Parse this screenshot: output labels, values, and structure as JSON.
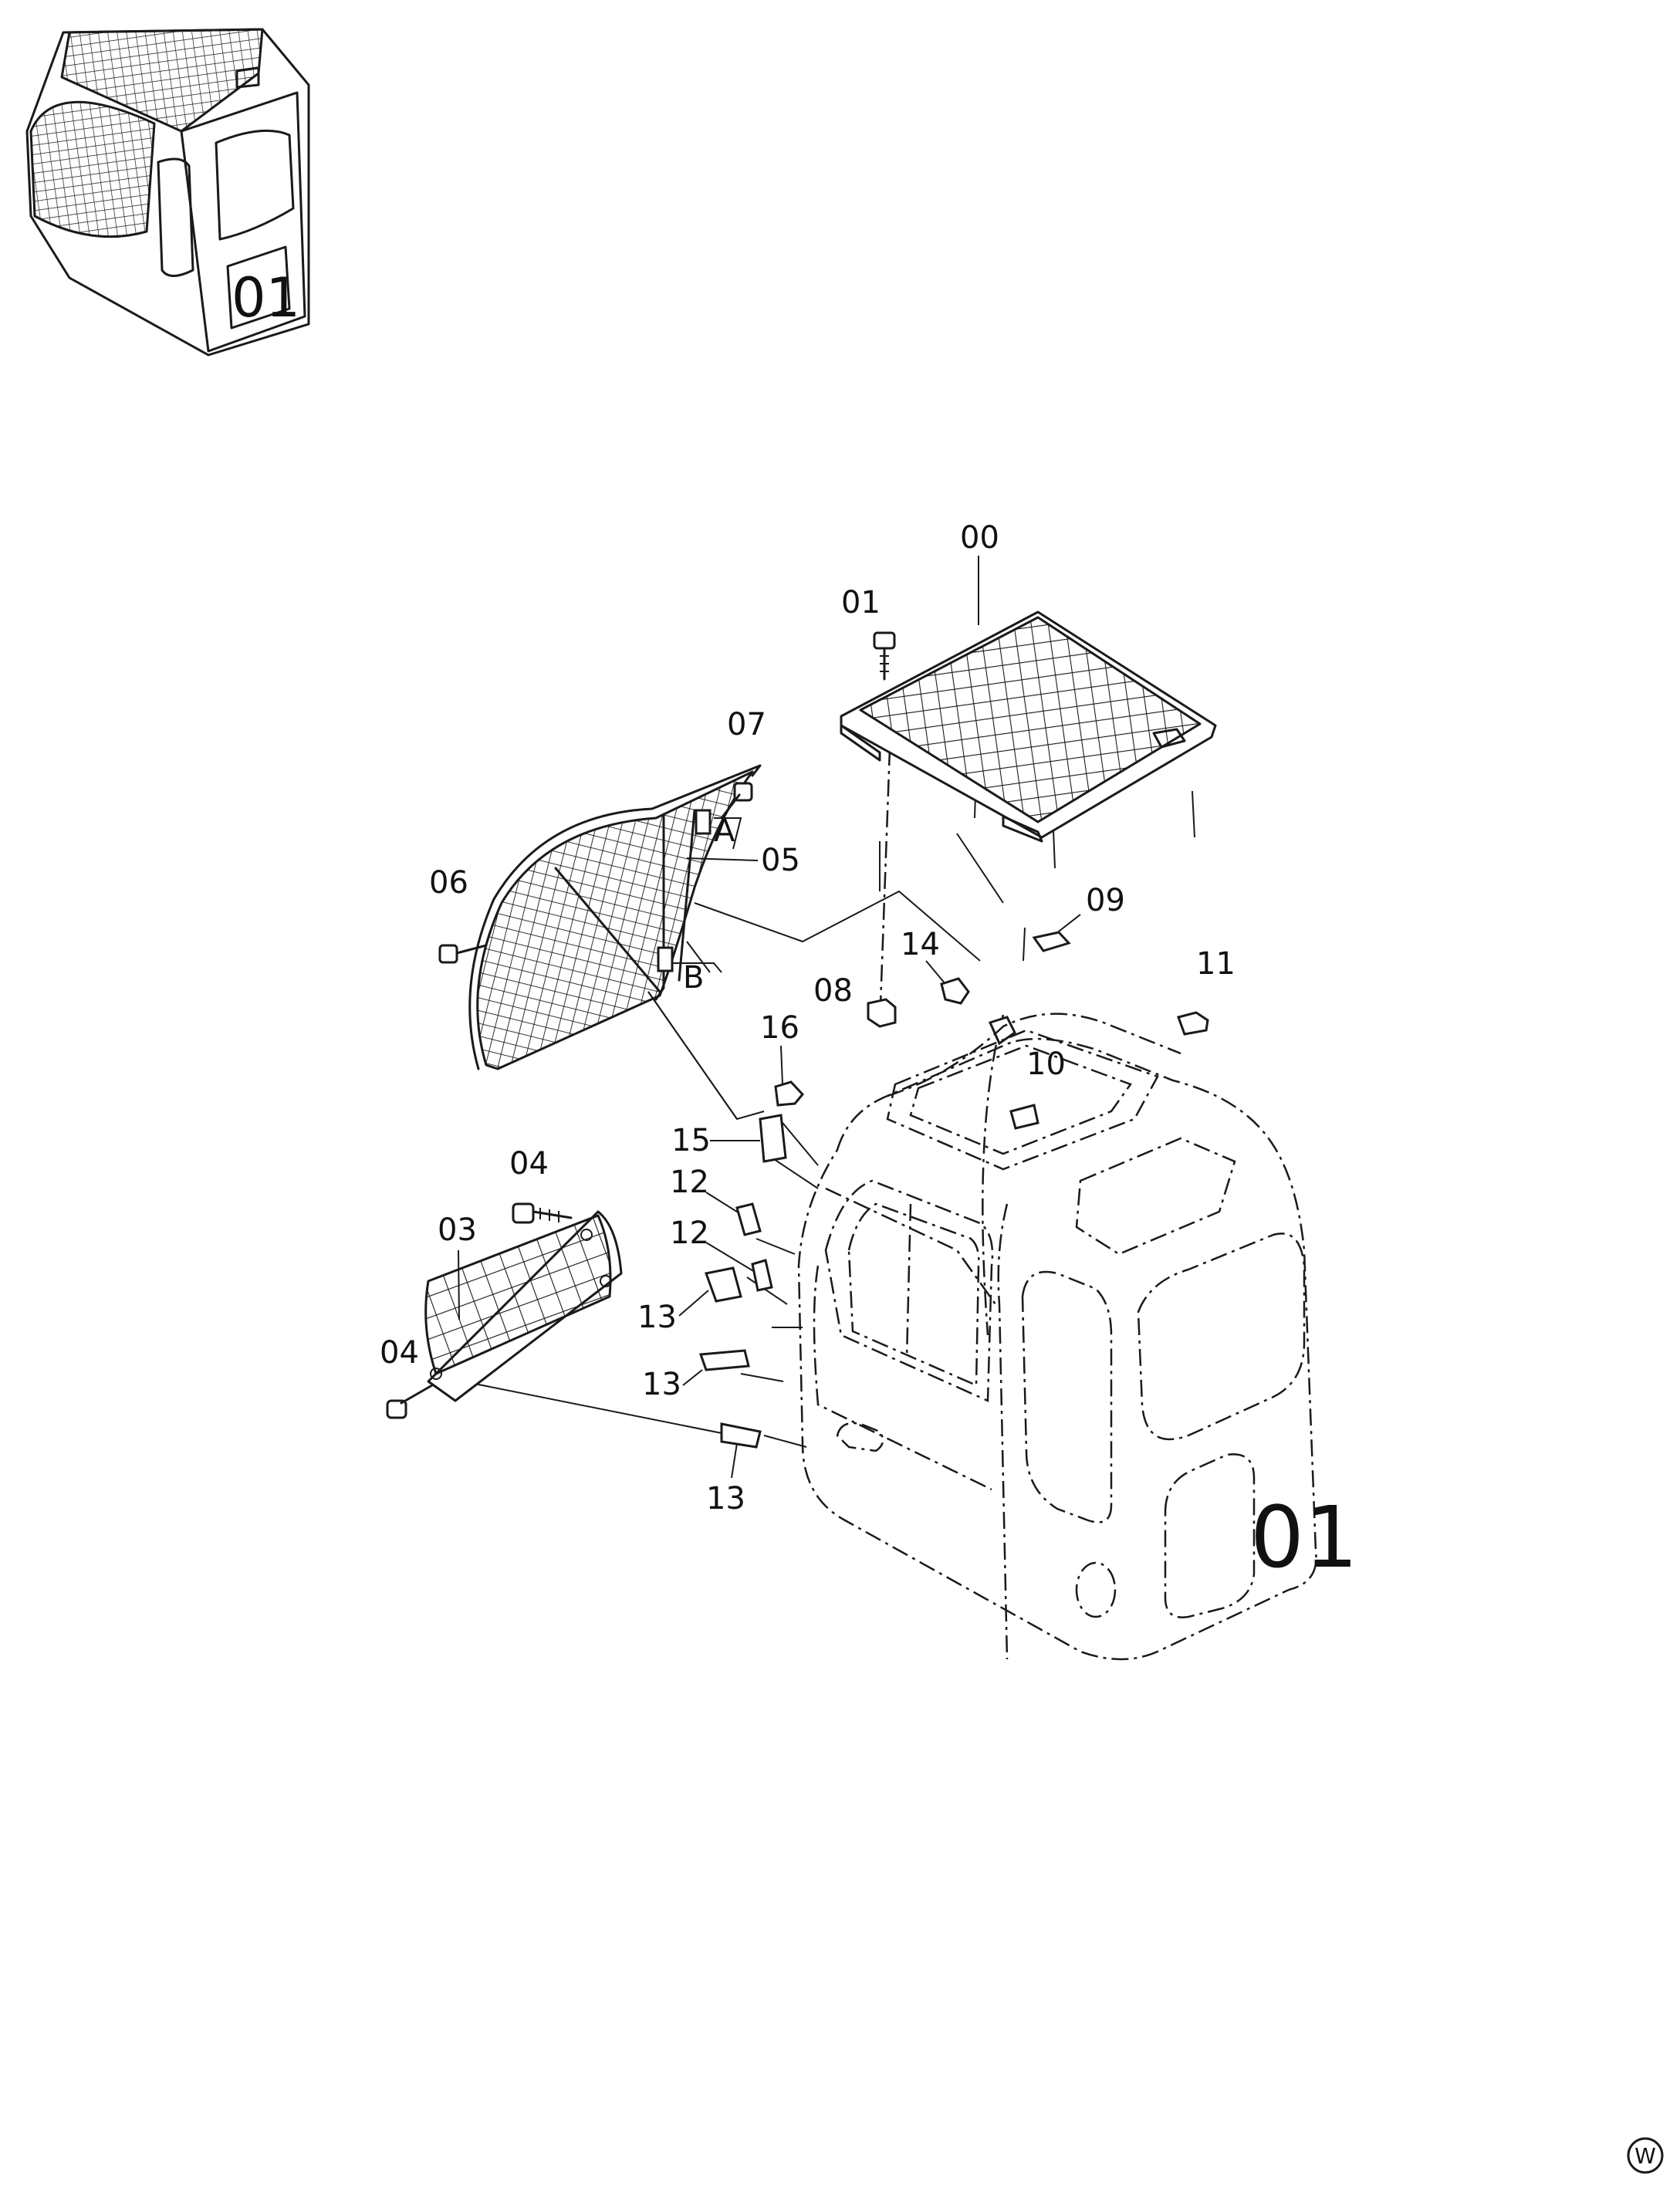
{
  "diagram": {
    "callouts": [
      {
        "id": "00",
        "text": "00"
      },
      {
        "id": "01",
        "text": "01"
      },
      {
        "id": "03",
        "text": "03"
      },
      {
        "id": "04a",
        "text": "04"
      },
      {
        "id": "04b",
        "text": "04"
      },
      {
        "id": "05",
        "text": "05"
      },
      {
        "id": "06",
        "text": "06"
      },
      {
        "id": "07",
        "text": "07"
      },
      {
        "id": "08",
        "text": "08"
      },
      {
        "id": "09",
        "text": "09"
      },
      {
        "id": "10",
        "text": "10"
      },
      {
        "id": "11",
        "text": "11"
      },
      {
        "id": "12a",
        "text": "12"
      },
      {
        "id": "12b",
        "text": "12"
      },
      {
        "id": "13a",
        "text": "13"
      },
      {
        "id": "13b",
        "text": "13"
      },
      {
        "id": "13c",
        "text": "13"
      },
      {
        "id": "14",
        "text": "14"
      },
      {
        "id": "15",
        "text": "15"
      },
      {
        "id": "16",
        "text": "16"
      }
    ],
    "detail_marks": {
      "a": "A",
      "b": "B"
    },
    "cab_badge": "01",
    "corner_mark": "W"
  }
}
